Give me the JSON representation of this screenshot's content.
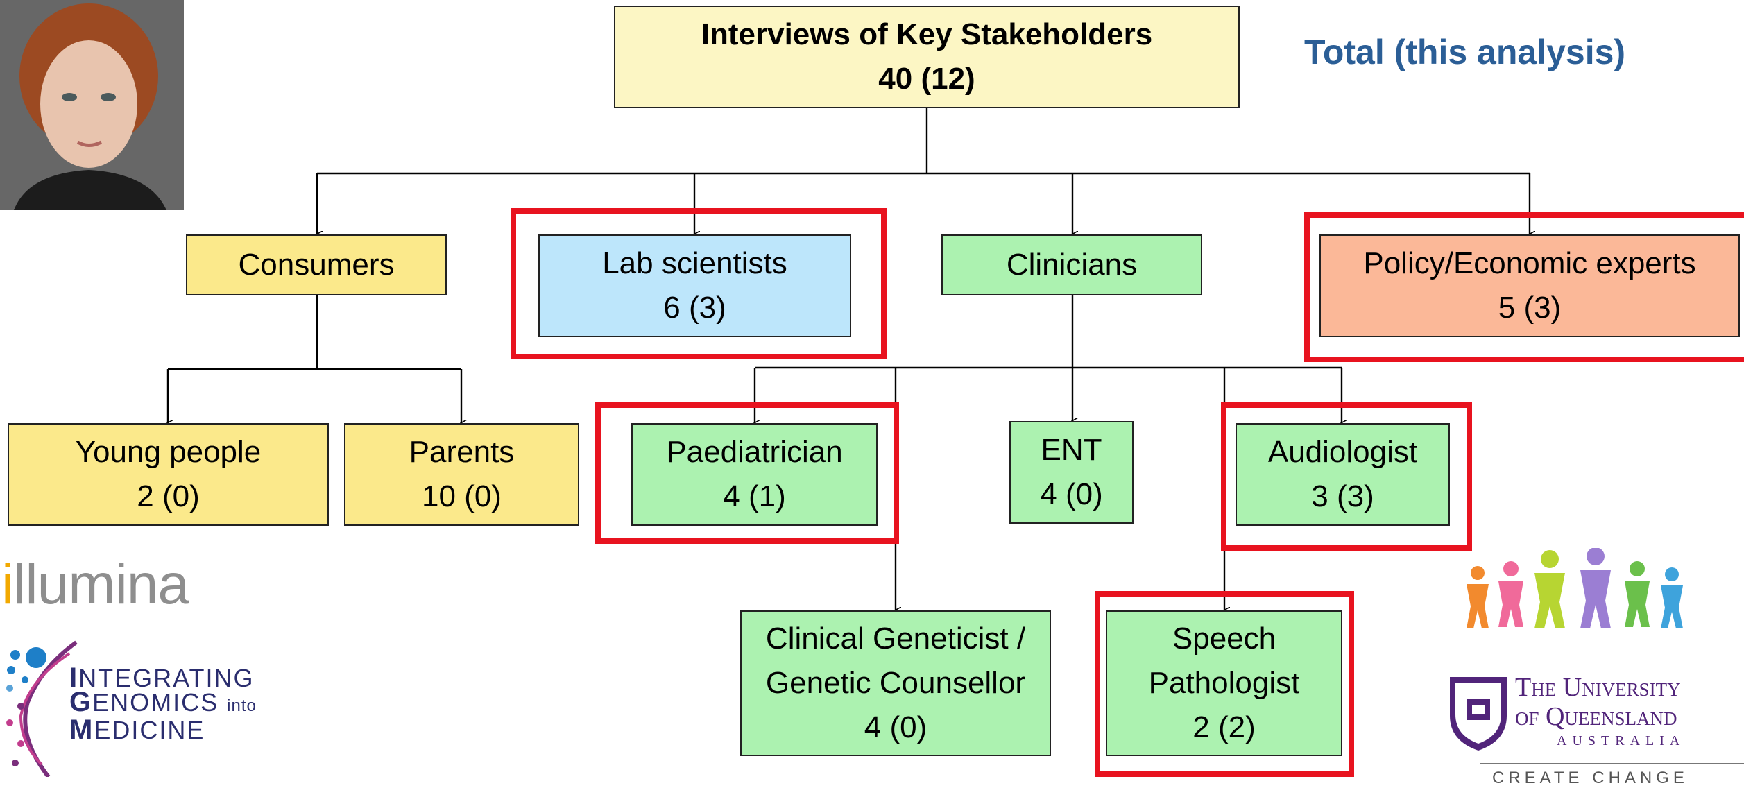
{
  "header": {
    "total_label": "Total (this analysis)"
  },
  "root": {
    "line1": "Interviews of Key Stakeholders",
    "line2": "40 (12)"
  },
  "consumers": {
    "label": "Consumers"
  },
  "lab": {
    "label": "Lab scientists",
    "count": "6 (3)"
  },
  "clinicians": {
    "label": "Clinicians"
  },
  "policy": {
    "label": "Policy/Economic experts",
    "count": "5 (3)"
  },
  "young": {
    "label": "Young people",
    "count": "2 (0)"
  },
  "parents": {
    "label": "Parents",
    "count": "10 (0)"
  },
  "paed": {
    "label": "Paediatrician",
    "count": "4 (1)"
  },
  "ent": {
    "label": "ENT",
    "count": "4 (0)"
  },
  "audio": {
    "label": "Audiologist",
    "count": "3 (3)"
  },
  "genet": {
    "line1": "Clinical Geneticist /",
    "line2": "Genetic Counsellor",
    "count": "4 (0)"
  },
  "speech": {
    "line1": "Speech",
    "line2": "Pathologist",
    "count": "2 (2)"
  },
  "logos": {
    "illumina": "illumina",
    "igm": [
      "NTEGRATING",
      "ENOMICS",
      "EDICINE"
    ],
    "igm_initials": [
      "I",
      "G",
      "M"
    ],
    "igm_into": "into",
    "uq": [
      "The University",
      "of Queensland"
    ],
    "uq_country": "AUSTRALIA",
    "uq_tagline": "CREATE CHANGE"
  },
  "colors": {
    "highlight": "#e8131f",
    "total": "#2b5e96"
  }
}
